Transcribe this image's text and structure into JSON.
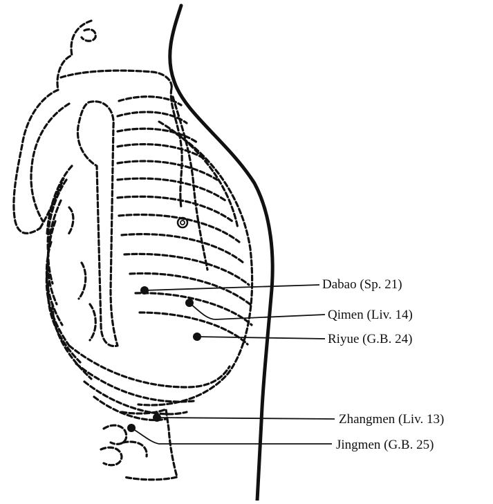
{
  "points": [
    {
      "id": "dabao",
      "label": "Dabao (Sp. 21)"
    },
    {
      "id": "qimen",
      "label": "Qimen (Liv. 14)"
    },
    {
      "id": "riyue",
      "label": "Riyue (G.B. 24)"
    },
    {
      "id": "zhangmen",
      "label": "Zhangmen (Liv. 13)"
    },
    {
      "id": "jingmen",
      "label": "Jingmen (G.B. 25)"
    }
  ],
  "colors": {
    "ink": "#111111",
    "background": "#ffffff"
  }
}
